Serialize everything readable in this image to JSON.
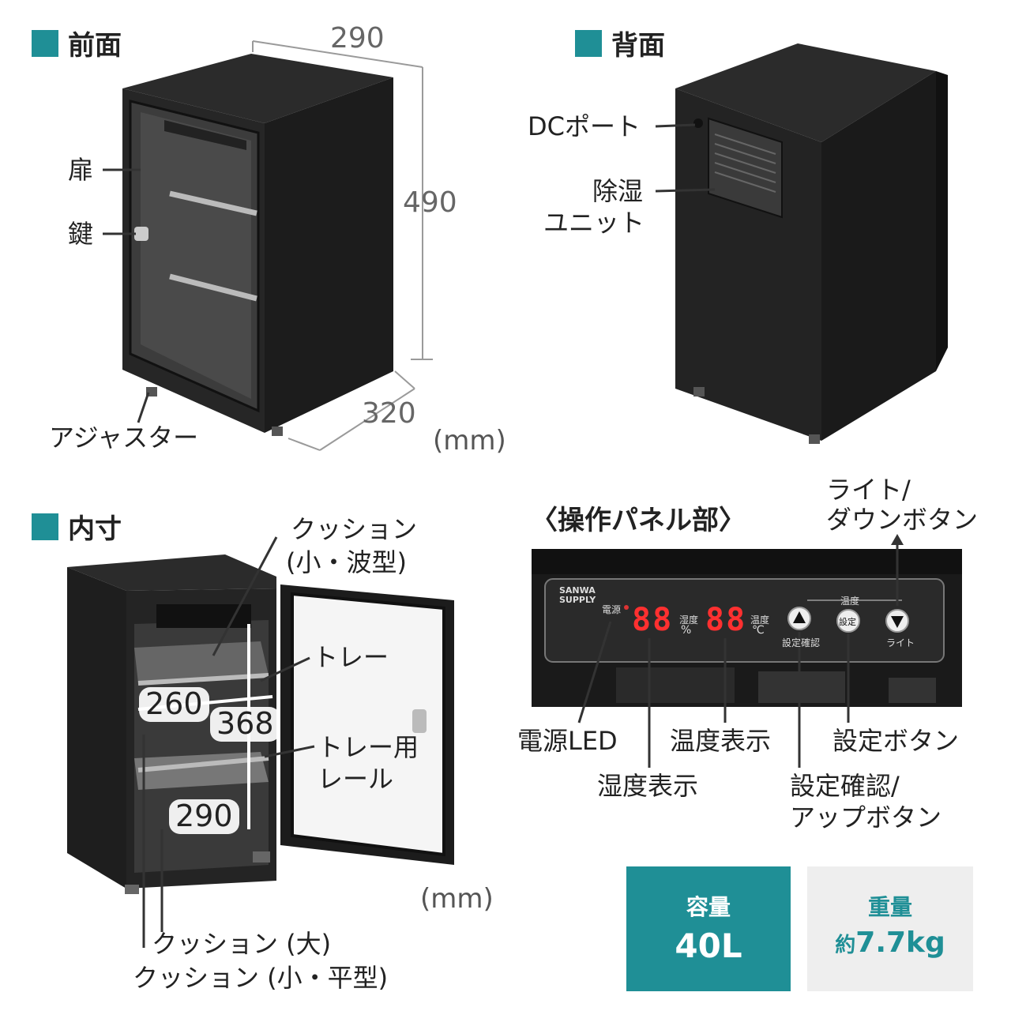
{
  "front": {
    "heading": "前面",
    "width_dim": "290",
    "height_dim": "490",
    "depth_dim": "320",
    "unit": "(mm)",
    "labels": {
      "door": "扉",
      "key": "鍵",
      "adjuster": "アジャスター"
    }
  },
  "back": {
    "heading": "背面",
    "labels": {
      "dc_port": "DCポート",
      "dehumid_line1": "除湿",
      "dehumid_line2": "ユニット"
    }
  },
  "interior": {
    "heading": "内寸",
    "unit": "(mm)",
    "dims": {
      "d1": "260",
      "d2": "368",
      "d3": "290"
    },
    "labels": {
      "cushion_small_wave_line1": "クッション",
      "cushion_small_wave_line2": "(小・波型)",
      "tray": "トレー",
      "rail_line1": "トレー用",
      "rail_line2": "レール",
      "cushion_large": "クッション (大)",
      "cushion_small_flat": "クッション (小・平型)"
    }
  },
  "panel": {
    "heading": "〈操作パネル部〉",
    "brand": "SANWA SUPPLY",
    "power_small": "電源",
    "humidity_reading": "88",
    "humidity_unit": "%",
    "humidity_small": "湿度",
    "temp_reading": "88",
    "temp_unit": "℃",
    "temp_small": "温度",
    "group_label": "温度",
    "btn_up_sub": "設定確認",
    "btn_set": "設定",
    "btn_down_sub": "ライト",
    "labels": {
      "light_down_line1": "ライト/",
      "light_down_line2": "ダウンボタン",
      "power_led": "電源LED",
      "temp_display": "温度表示",
      "set_button": "設定ボタン",
      "humidity_display": "湿度表示",
      "confirm_up_line1": "設定確認/",
      "confirm_up_line2": "アップボタン"
    }
  },
  "specs": {
    "capacity_label": "容量",
    "capacity_value": "40L",
    "weight_label": "重量",
    "weight_prefix": "約",
    "weight_value": "7.7kg"
  },
  "colors": {
    "accent": "#1f8f96",
    "weight_bg": "#eeeeee",
    "led": "#ff3030"
  }
}
